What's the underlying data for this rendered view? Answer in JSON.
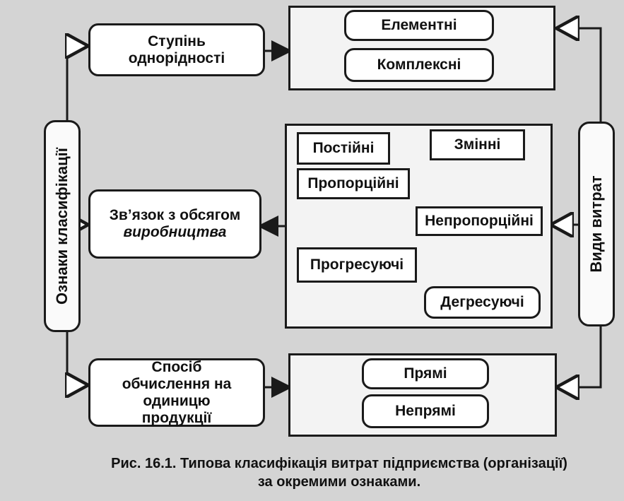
{
  "left_label": "Ознаки класифікації",
  "right_label": "Види витрат",
  "groups": {
    "homogeneity": {
      "label": "Ступінь однорідності",
      "items": [
        "Елементні",
        "Комплексні"
      ]
    },
    "production": {
      "label_line1": "Зв’язок з обсягом",
      "label_line2": "виробництва",
      "items": [
        "Постійні",
        "Змінні",
        "Пропорційні",
        "Непропорційні",
        "Прогресуючі",
        "Дегресуючі"
      ]
    },
    "calculation": {
      "label": "Спосіб обчислення на одиницю продукції",
      "items": [
        "Прямі",
        "Непрямі"
      ]
    }
  },
  "caption": {
    "line1": "Рис. 16.1. Типова класифікація витрат підприємства (організації)",
    "line2": "за окремими ознаками."
  }
}
